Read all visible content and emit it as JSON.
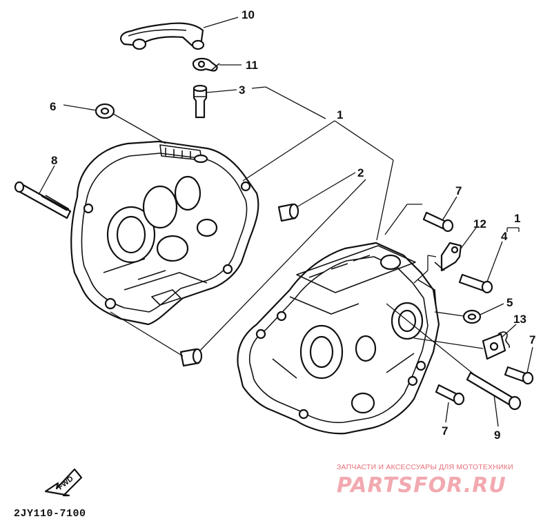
{
  "diagram": {
    "callouts": {
      "c1_top": "1",
      "c1_right": "1",
      "c2": "2",
      "c3": "3",
      "c4": "4",
      "c5": "5",
      "c6": "6",
      "c7_top": "7",
      "c7_right": "7",
      "c7_bottom": "7",
      "c8": "8",
      "c9": "9",
      "c10": "10",
      "c11": "11",
      "c12": "12",
      "c13": "13"
    },
    "fwd_label": "FWD",
    "drawing_code": "2JY110-7100"
  },
  "watermark": {
    "caption": "ЗАПЧАСТИ И АКСЕССУАРЫ ДЛЯ МОТОТЕХНИКИ",
    "logo": "PARTSFOR.RU"
  },
  "colors": {
    "line": "#111111",
    "watermark_caption": "#e86f7a",
    "watermark_logo": "#f2a9b0"
  }
}
